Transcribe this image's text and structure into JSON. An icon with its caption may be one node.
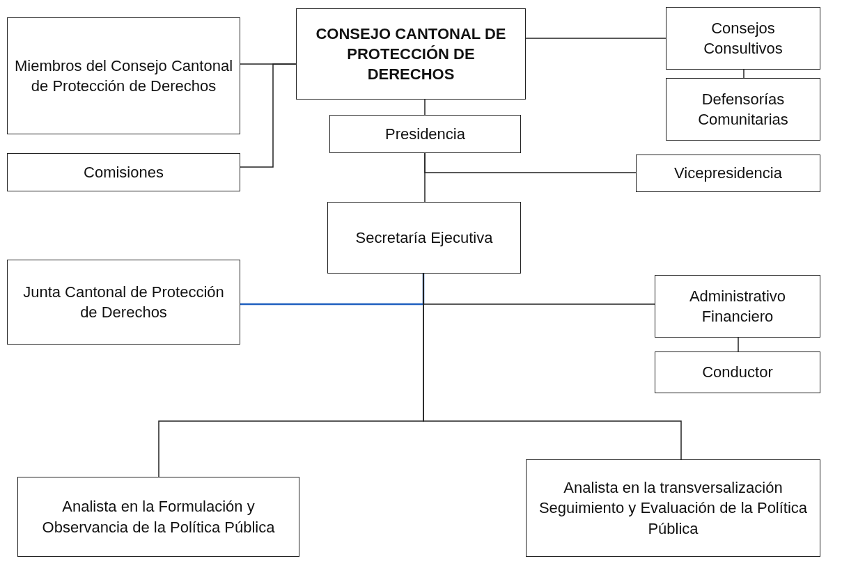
{
  "diagram": {
    "nodes": [
      {
        "text": [
          "CONSEJO CANTONAL DE PROTECCIÓN DE DERECHOS"
        ]
      },
      {
        "text": [
          "Miembros del Consejo Cantonal de Protección de Derechos"
        ]
      },
      {
        "text": [
          "Comisiones"
        ]
      },
      {
        "text": [
          "Consejos Consultivos"
        ]
      },
      {
        "text": [
          "Defensorías Comunitarias"
        ]
      },
      {
        "text": [
          "Presidencia"
        ]
      },
      {
        "text": [
          "Vicepresidencia"
        ]
      },
      {
        "text": [
          "Secretaría Ejecutiva"
        ]
      },
      {
        "text": [
          "Junta Cantonal de Protección de Derechos"
        ]
      },
      {
        "text": [
          "Administrativo Financiero"
        ]
      },
      {
        "text": [
          "Conductor"
        ]
      },
      {
        "text": [
          "Analista en la Formulación y Observancia de la Política Pública"
        ]
      },
      {
        "text": [
          "Analista en la transversalización Seguimiento y Evaluación de la Política Pública"
        ]
      }
    ],
    "edges": [
      {
        "from": 1,
        "to": 0,
        "arrow": "none"
      },
      {
        "from": 2,
        "to": 0,
        "arrow": "none"
      },
      {
        "from": 0,
        "to": 3,
        "arrow": "none"
      },
      {
        "from": 3,
        "to": 4,
        "arrow": "none"
      },
      {
        "from": 0,
        "to": 5,
        "arrow": "none"
      },
      {
        "from": 5,
        "to": 7,
        "arrow": "none"
      },
      {
        "from": 5,
        "to": 6,
        "arrow": "none"
      },
      {
        "from": 7,
        "to": 8,
        "arrow": "none",
        "color": "#1f5fbf"
      },
      {
        "from": 7,
        "to": 9,
        "arrow": "none"
      },
      {
        "from": 9,
        "to": 10,
        "arrow": "none"
      },
      {
        "from": 7,
        "to": 11,
        "arrow": "none"
      },
      {
        "from": 7,
        "to": 12,
        "arrow": "none"
      }
    ]
  }
}
